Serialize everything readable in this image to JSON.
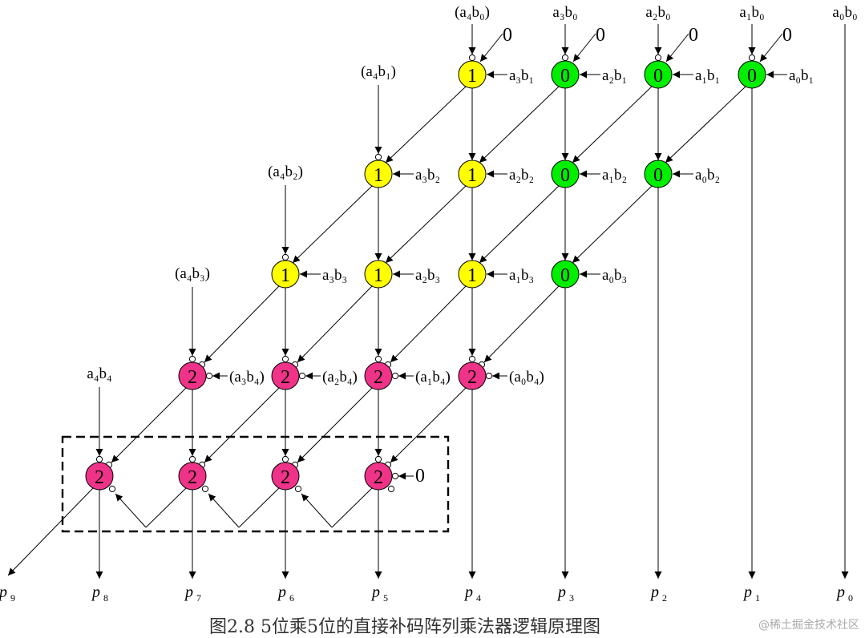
{
  "colors": {
    "yellow": "#ffff00",
    "green": "#00ee00",
    "pink": "#ee3388",
    "stroke": "#000000"
  },
  "cells": [
    {
      "row": 0,
      "col": 4,
      "value": "1",
      "color": "yellow",
      "side": "a₃b₁"
    },
    {
      "row": 0,
      "col": 5,
      "value": "0",
      "color": "green",
      "side": "a₂b₁"
    },
    {
      "row": 0,
      "col": 6,
      "value": "0",
      "color": "green",
      "side": "a₁b₁"
    },
    {
      "row": 0,
      "col": 7,
      "value": "0",
      "color": "green",
      "side": "a₀b₁"
    },
    {
      "row": 1,
      "col": 3,
      "value": "1",
      "color": "yellow",
      "side": "a₃b₂"
    },
    {
      "row": 1,
      "col": 4,
      "value": "1",
      "color": "yellow",
      "side": "a₂b₂"
    },
    {
      "row": 1,
      "col": 5,
      "value": "0",
      "color": "green",
      "side": "a₁b₂"
    },
    {
      "row": 1,
      "col": 6,
      "value": "0",
      "color": "green",
      "side": "a₀b₂"
    },
    {
      "row": 2,
      "col": 2,
      "value": "1",
      "color": "yellow",
      "side": "a₃b₃"
    },
    {
      "row": 2,
      "col": 3,
      "value": "1",
      "color": "yellow",
      "side": "a₂b₃"
    },
    {
      "row": 2,
      "col": 4,
      "value": "1",
      "color": "yellow",
      "side": "a₁b₃"
    },
    {
      "row": 2,
      "col": 5,
      "value": "0",
      "color": "green",
      "side": "a₀b₃"
    },
    {
      "row": 3,
      "col": 1,
      "value": "2",
      "color": "pink",
      "side": "(a₃b₄)"
    },
    {
      "row": 3,
      "col": 2,
      "value": "2",
      "color": "pink",
      "side": "(a₂b₄)"
    },
    {
      "row": 3,
      "col": 3,
      "value": "2",
      "color": "pink",
      "side": "(a₁b₄)"
    },
    {
      "row": 3,
      "col": 4,
      "value": "2",
      "color": "pink",
      "side": "(a₀b₄)"
    },
    {
      "row": 4,
      "col": 0,
      "value": "2",
      "color": "pink",
      "side": ""
    },
    {
      "row": 4,
      "col": 1,
      "value": "2",
      "color": "pink",
      "side": ""
    },
    {
      "row": 4,
      "col": 2,
      "value": "2",
      "color": "pink",
      "side": ""
    },
    {
      "row": 4,
      "col": 3,
      "value": "2",
      "color": "pink",
      "side": "0"
    }
  ],
  "top_inputs": [
    {
      "col": 4,
      "label": "(a₄b₀)",
      "zero": "0"
    },
    {
      "col": 5,
      "label": "a₃b₀",
      "zero": "0"
    },
    {
      "col": 6,
      "label": "a₂b₀",
      "zero": "0"
    },
    {
      "col": 7,
      "label": "a₁b₀",
      "zero": "0"
    },
    {
      "col": 8,
      "label": "a₀b₀",
      "zero": ""
    }
  ],
  "row_inputs": [
    {
      "row": 1,
      "label": "(a₄b₁)"
    },
    {
      "row": 2,
      "label": "(a₄b₂)"
    },
    {
      "row": 3,
      "label": "(a₄b₃)"
    },
    {
      "row": 4,
      "label": "a₄b₄"
    }
  ],
  "outputs": [
    {
      "letter": "p",
      "sub": "9"
    },
    {
      "letter": "p",
      "sub": "8"
    },
    {
      "letter": "p",
      "sub": "7"
    },
    {
      "letter": "p",
      "sub": "6"
    },
    {
      "letter": "p",
      "sub": "5"
    },
    {
      "letter": "p",
      "sub": "4"
    },
    {
      "letter": "p",
      "sub": "3"
    },
    {
      "letter": "p",
      "sub": "2"
    },
    {
      "letter": "p",
      "sub": "1"
    },
    {
      "letter": "p",
      "sub": "0"
    }
  ],
  "caption": "图2.8  5位乘5位的直接补码阵列乘法器逻辑原理图",
  "watermark": "@稀土掘金技术社区"
}
